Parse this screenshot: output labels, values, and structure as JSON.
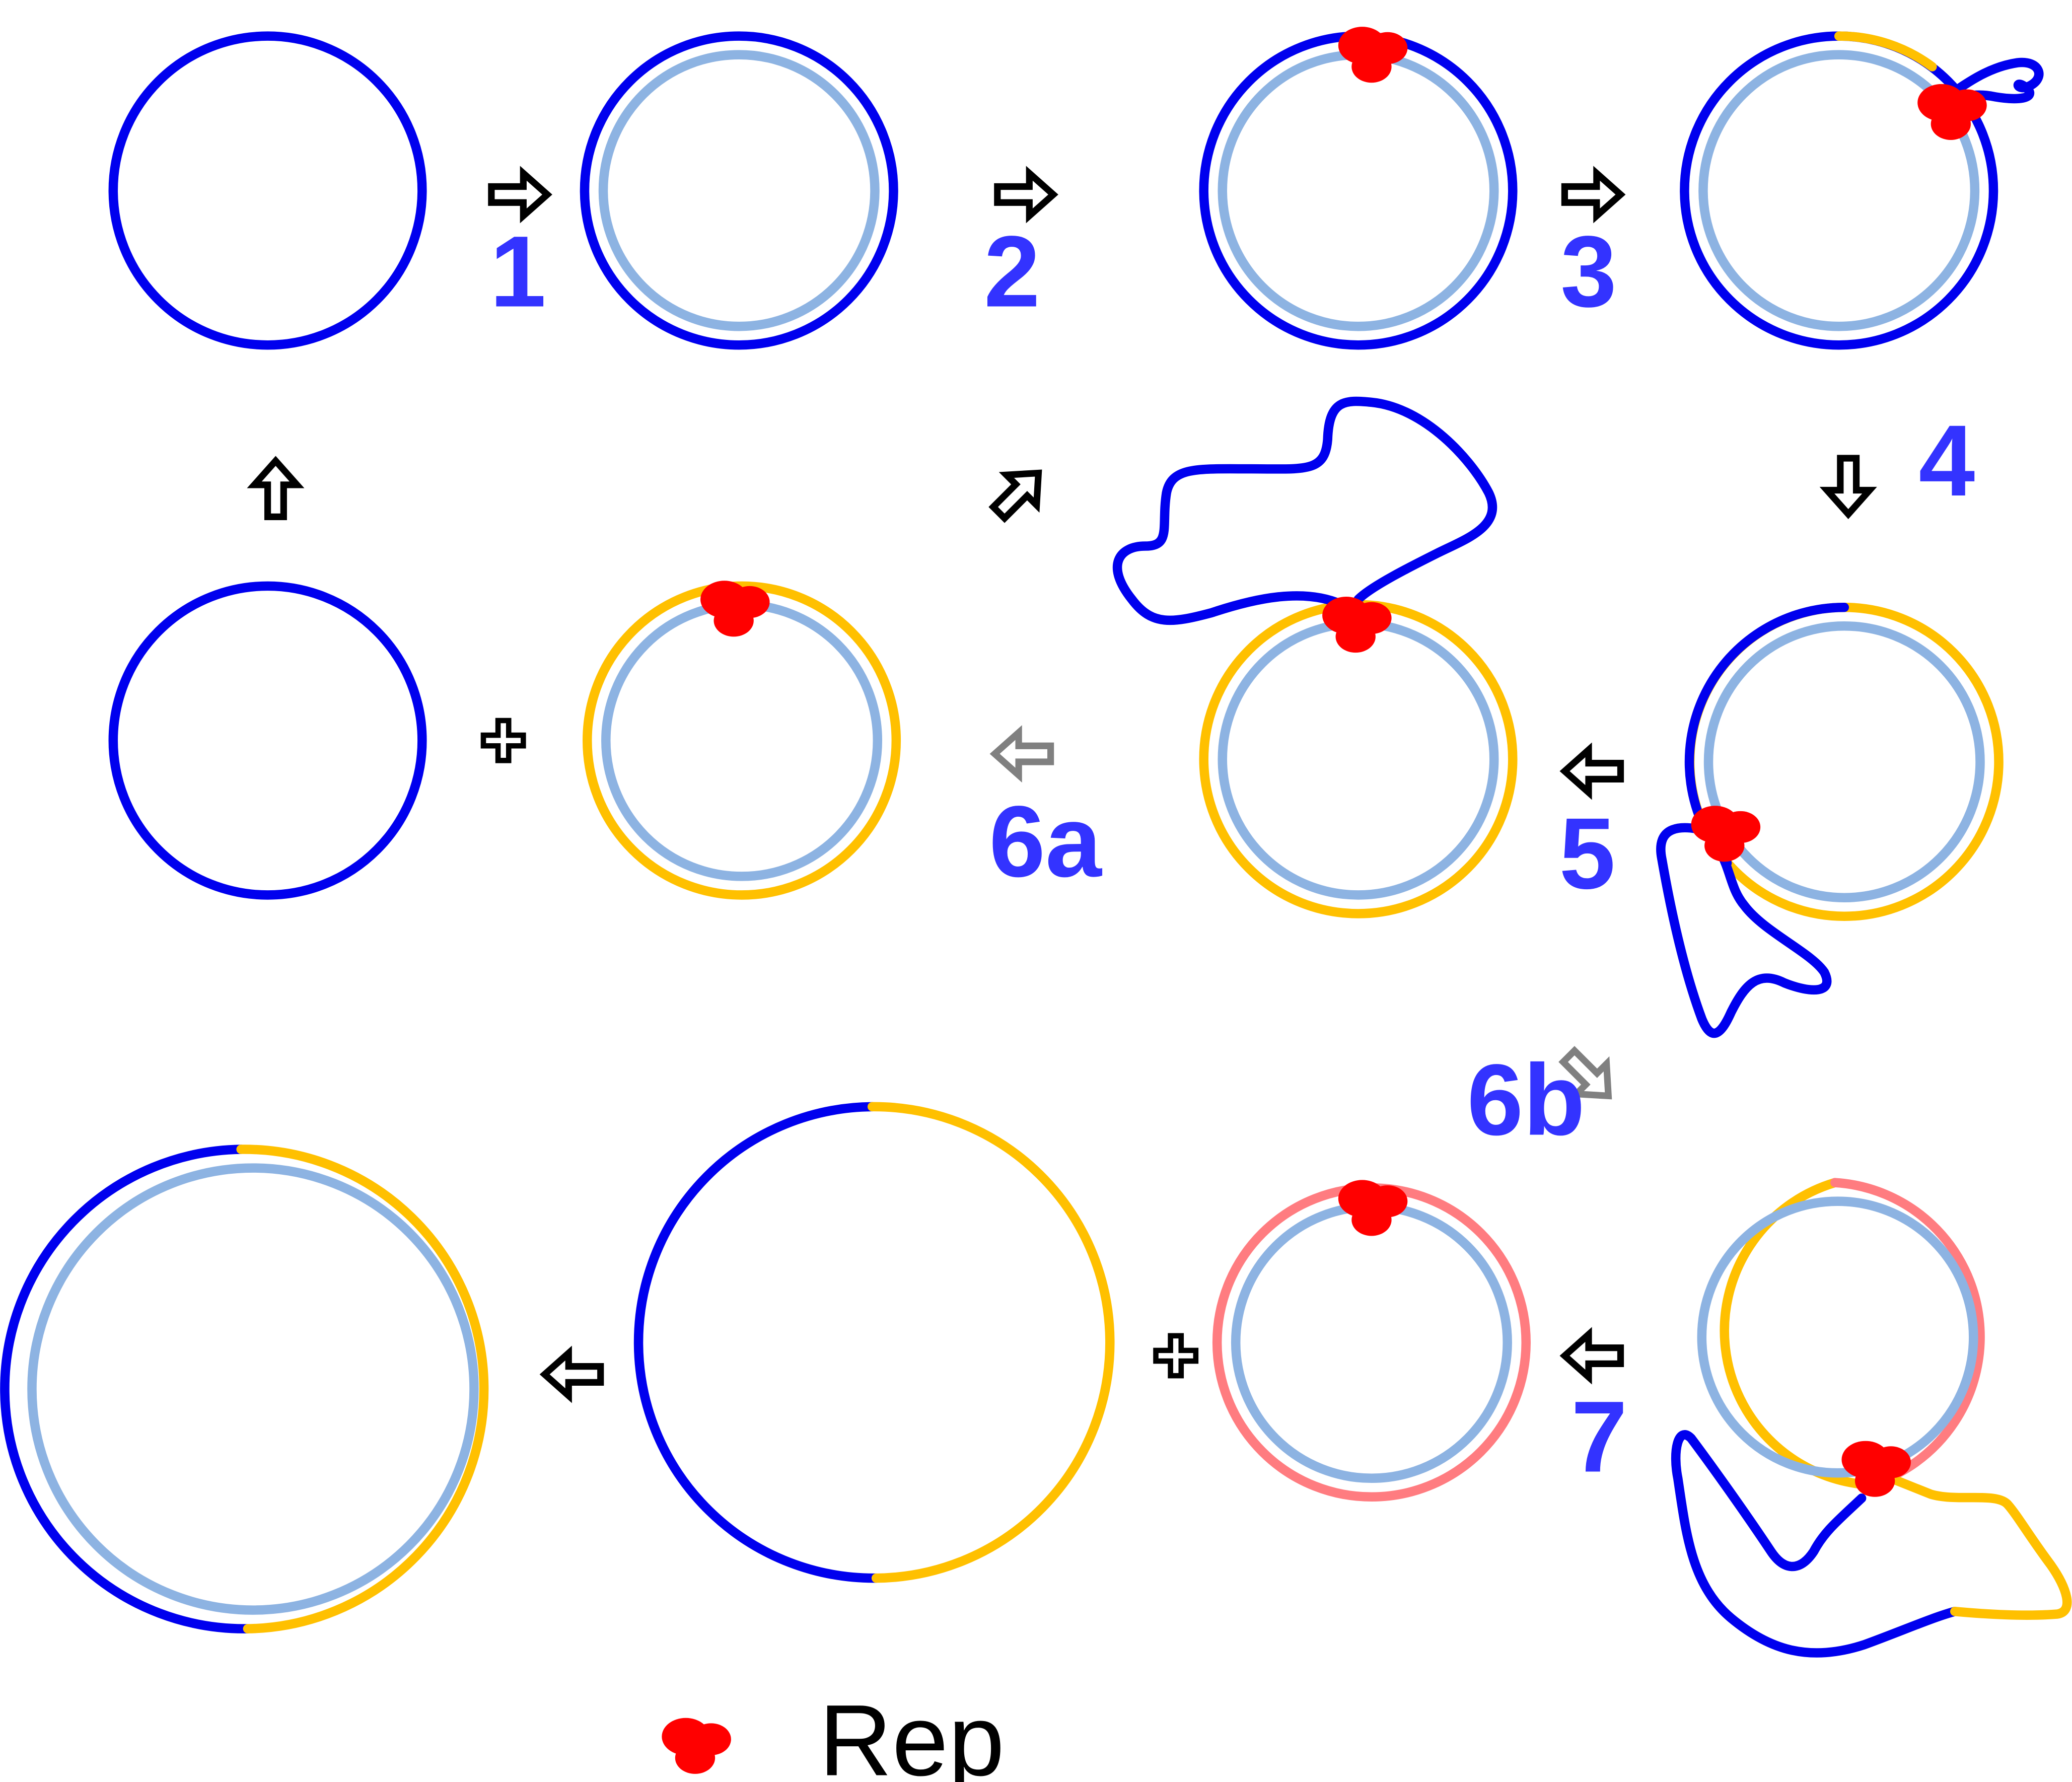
{
  "colors": {
    "ssdna_blue": "#0000ee",
    "template_lightblue": "#8db3e2",
    "new_strand_yellow": "#ffc000",
    "new_strand_pink": "#ff7c80",
    "rep_red": "#ff0000",
    "label_blue": "#3333ff",
    "arrow_dark": "#000000",
    "arrow_grey": "#808080"
  },
  "steps": {
    "s1": "1",
    "s2": "2",
    "s3": "3",
    "s4": "4",
    "s5": "5",
    "s6a": "6a",
    "s6b": "6b",
    "s7": "7"
  },
  "legend": {
    "icon": "rep-protein-icon",
    "label": "Rep"
  }
}
